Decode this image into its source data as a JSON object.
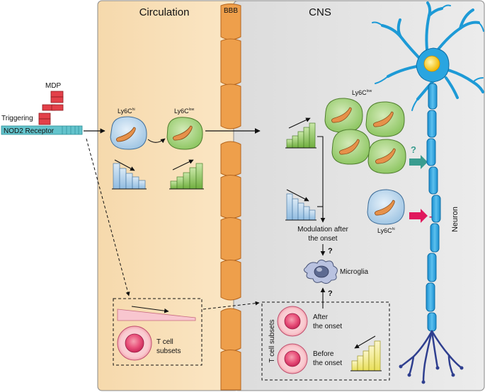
{
  "panels": {
    "circulation": "Circulation",
    "bbb": "BBB",
    "cns": "CNS"
  },
  "stimulus": {
    "mdp": "MDP",
    "triggering": "Triggering",
    "receptor": "NOD2 Receptor"
  },
  "circulation": {
    "ly6c_hi": {
      "base": "Ly6C",
      "sup": "hi"
    },
    "ly6c_low": {
      "base": "Ly6C",
      "sup": "low"
    },
    "t_cell_line1": "T cell",
    "t_cell_line2": "subsets"
  },
  "cns": {
    "ly6c_low": {
      "base": "Ly6C",
      "sup": "low"
    },
    "ly6c_hi": {
      "base": "Ly6C",
      "sup": "hi"
    },
    "modulation_line1": "Modulation after",
    "modulation_line2": "the onset",
    "question": "?",
    "microglia": "Microglia",
    "t_cell_subsets": "T cell subsets",
    "after_line1": "After",
    "after_line2": "the onset",
    "before_line1": "Before",
    "before_line2": "the onset",
    "plus_sign": "+",
    "minus_sign": "-",
    "neuron": "Neuron"
  },
  "colors": {
    "circulation_bg": "#f8dcae",
    "cns_bg": "#e6e6e6",
    "bbb": "#ee9f4b",
    "monocyte_blue": "#c5ddf0",
    "monocyte_green": "#a6d27e",
    "tcell_pink": "#f27e93",
    "neuron": "#1d9ad6",
    "arrow_green": "#3a9c8f",
    "arrow_red": "#e0185c",
    "receptor_teal": "#63c3cc",
    "mdp_red": "#e34049"
  }
}
